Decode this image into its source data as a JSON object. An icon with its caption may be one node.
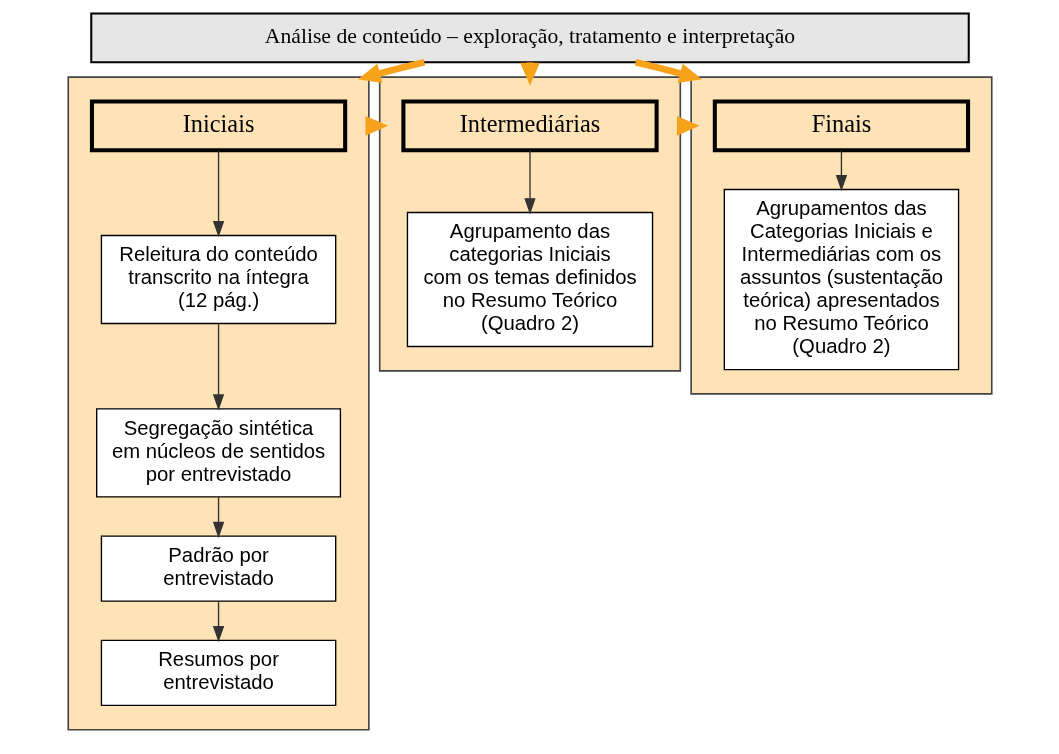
{
  "diagram": {
    "nodes": [
      {
        "text": [
          "Análise de conteúdo – exploração, tratamento e interpretação"
        ]
      },
      {
        "text": [],
        "shape": "box"
      },
      {
        "text": [
          "Iniciais"
        ],
        "in": 1
      },
      {
        "text": [
          "Releitura do conteúdo transcrito na íntegra (12 pág.)"
        ],
        "in": 1
      },
      {
        "text": [
          "Segregação sintética em núcleos de sentidos por entrevistado"
        ],
        "in": 1
      },
      {
        "text": [
          "Padrão por entrevistado"
        ],
        "in": 1
      },
      {
        "text": [
          "Resumos por entrevistado"
        ],
        "in": 1
      },
      {
        "text": [],
        "shape": "box"
      },
      {
        "text": [
          "Intermediárias"
        ],
        "in": 7
      },
      {
        "text": [
          "Agrupamento das categorias Iniciais com os temas definidos no Resumo Teórico (Quadro 2)"
        ],
        "in": 7
      },
      {
        "text": [],
        "shape": "box"
      },
      {
        "text": [
          "Finais"
        ],
        "in": 10
      },
      {
        "text": [
          "Agrupamentos das Categorias Iniciais e Intermediárias com os assuntos (sustentação teórica) apresentados no Resumo Teórico (Quadro 2)"
        ],
        "in": 10
      }
    ],
    "edges": [
      {
        "from": 0,
        "to": 1,
        "arrow": "to",
        "style": "thick",
        "color": "#f7a21b"
      },
      {
        "from": 0,
        "to": 7,
        "arrow": "to",
        "style": "thick",
        "color": "#f7a21b"
      },
      {
        "from": 0,
        "to": 10,
        "arrow": "to",
        "style": "thick",
        "color": "#f7a21b"
      },
      {
        "from": 2,
        "to": 3,
        "arrow": "to"
      },
      {
        "from": 3,
        "to": 4,
        "arrow": "to"
      },
      {
        "from": 4,
        "to": 5,
        "arrow": "to"
      },
      {
        "from": 5,
        "to": 6,
        "arrow": "to"
      },
      {
        "from": 1,
        "to": 7,
        "arrow": "to",
        "style": "thick",
        "color": "#f7a21b"
      },
      {
        "from": 8,
        "to": 9,
        "arrow": "to"
      },
      {
        "from": 7,
        "to": 10,
        "arrow": "to",
        "style": "thick",
        "color": "#f7a21b"
      },
      {
        "from": 11,
        "to": 12,
        "arrow": "to"
      }
    ]
  }
}
